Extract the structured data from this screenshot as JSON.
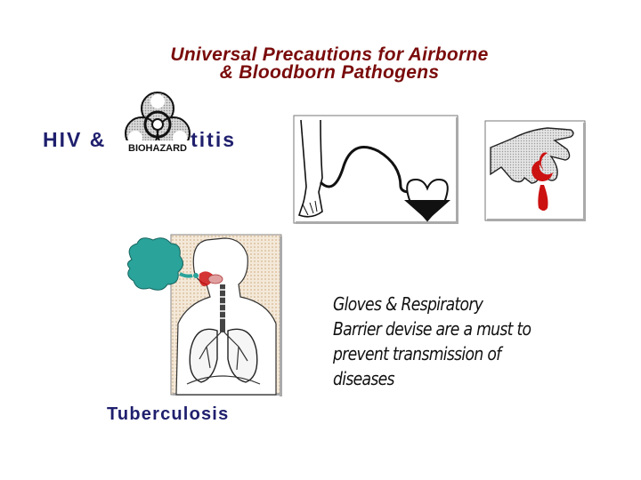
{
  "slide": {
    "title_line1": "Universal Precautions for Airborne",
    "title_line2": "& Bloodborn Pathogens",
    "hiv_label_left": "HIV &",
    "hiv_label_right": "atitis",
    "biohazard_text": "BIOHAZARD",
    "tb_label": "Tuberculosis",
    "note_lines": [
      "Gloves & Respiratory",
      "Barrier devise are a must to",
      "prevent  transmission of",
      "diseases"
    ]
  },
  "colors": {
    "title": "#7a0b0b",
    "label": "#1f1f6e",
    "blood": "#cc1111",
    "cloud": "#2aa39a",
    "stipple": "#e9d7c0"
  },
  "icons": [
    "biohazard-icon",
    "blood-transfusion-illustration",
    "gloved-hand-illustration",
    "respiratory-anatomy-illustration"
  ]
}
